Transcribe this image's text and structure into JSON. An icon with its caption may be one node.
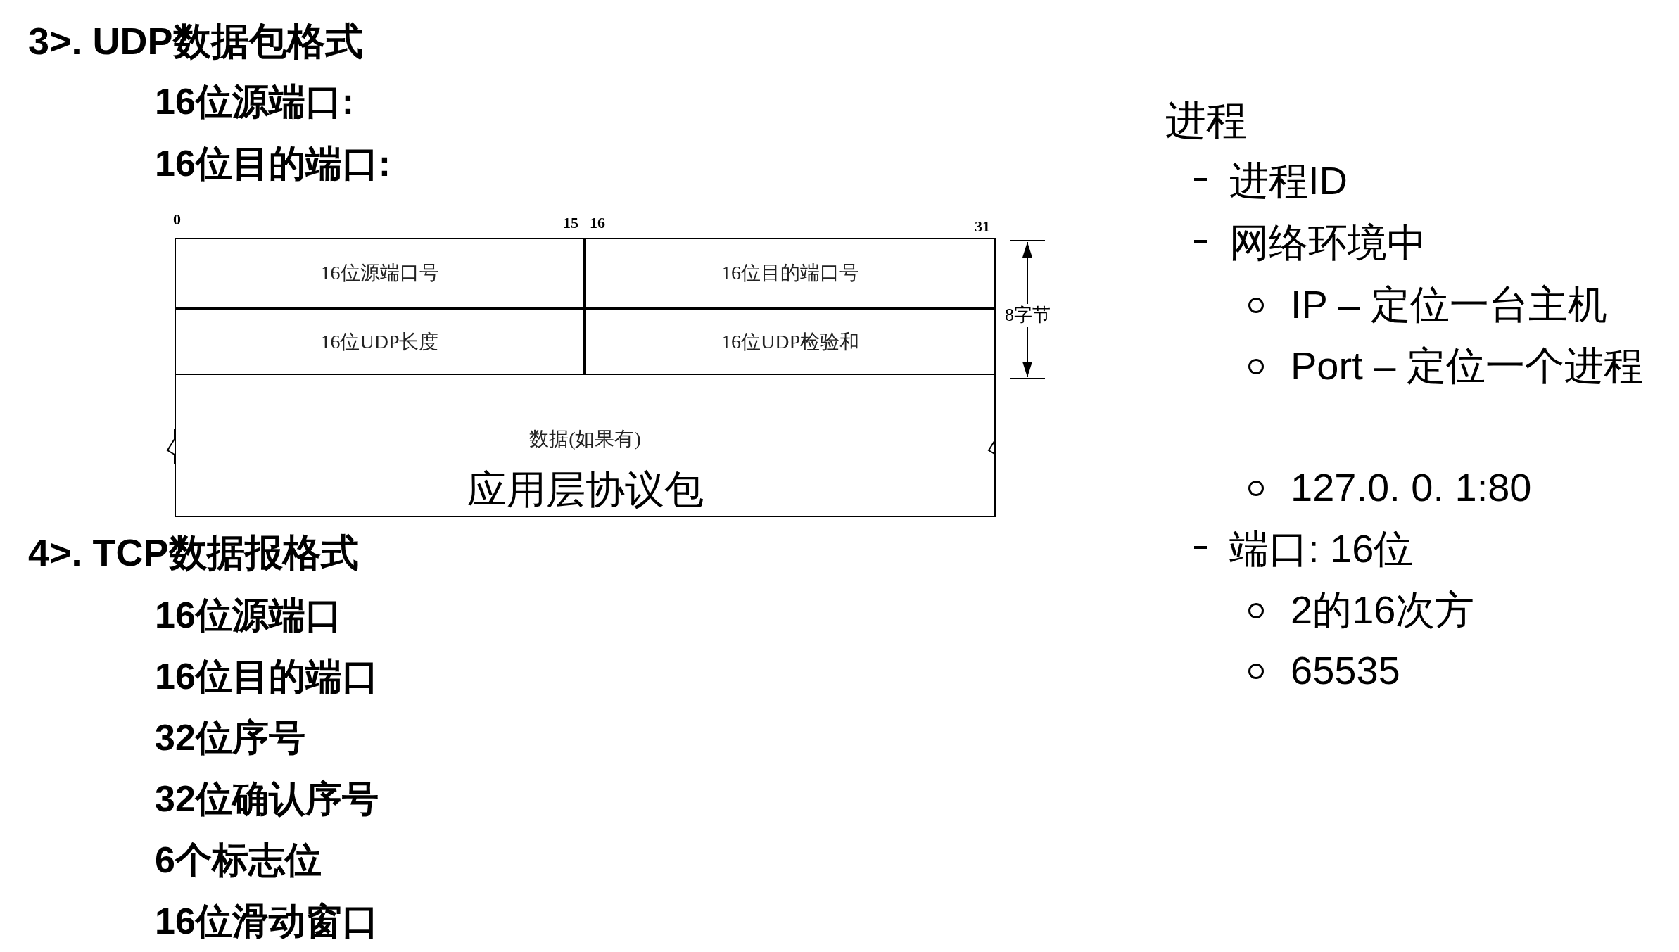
{
  "diagram": {
    "title": "3>. UDP数据包格式",
    "nodes": [
      {
        "text": [
          "16位源端口号"
        ]
      },
      {
        "text": [
          "16位目的端口号"
        ]
      },
      {
        "text": [
          "16位UDP长度"
        ]
      },
      {
        "text": [
          "16位UDP检验和"
        ]
      },
      {
        "text": [
          "数据(如果有)",
          "应用层协议包"
        ]
      }
    ],
    "edges": [],
    "labels": [
      "16位源端口:",
      "16位目的端口:",
      "0",
      "15",
      "16",
      "31",
      "8字节",
      "4>. TCP数据报格式",
      "16位源端口",
      "16位目的端口",
      "32位序号",
      "32位确认序号",
      "6个标志位",
      "16位滑动窗口",
      "进程",
      "进程ID",
      "网络环境中",
      "IP – 定位一台主机",
      "Port – 定位一个进程",
      "127.0. 0. 1:80",
      "端口: 16位",
      "2的16次方",
      "65535"
    ]
  }
}
